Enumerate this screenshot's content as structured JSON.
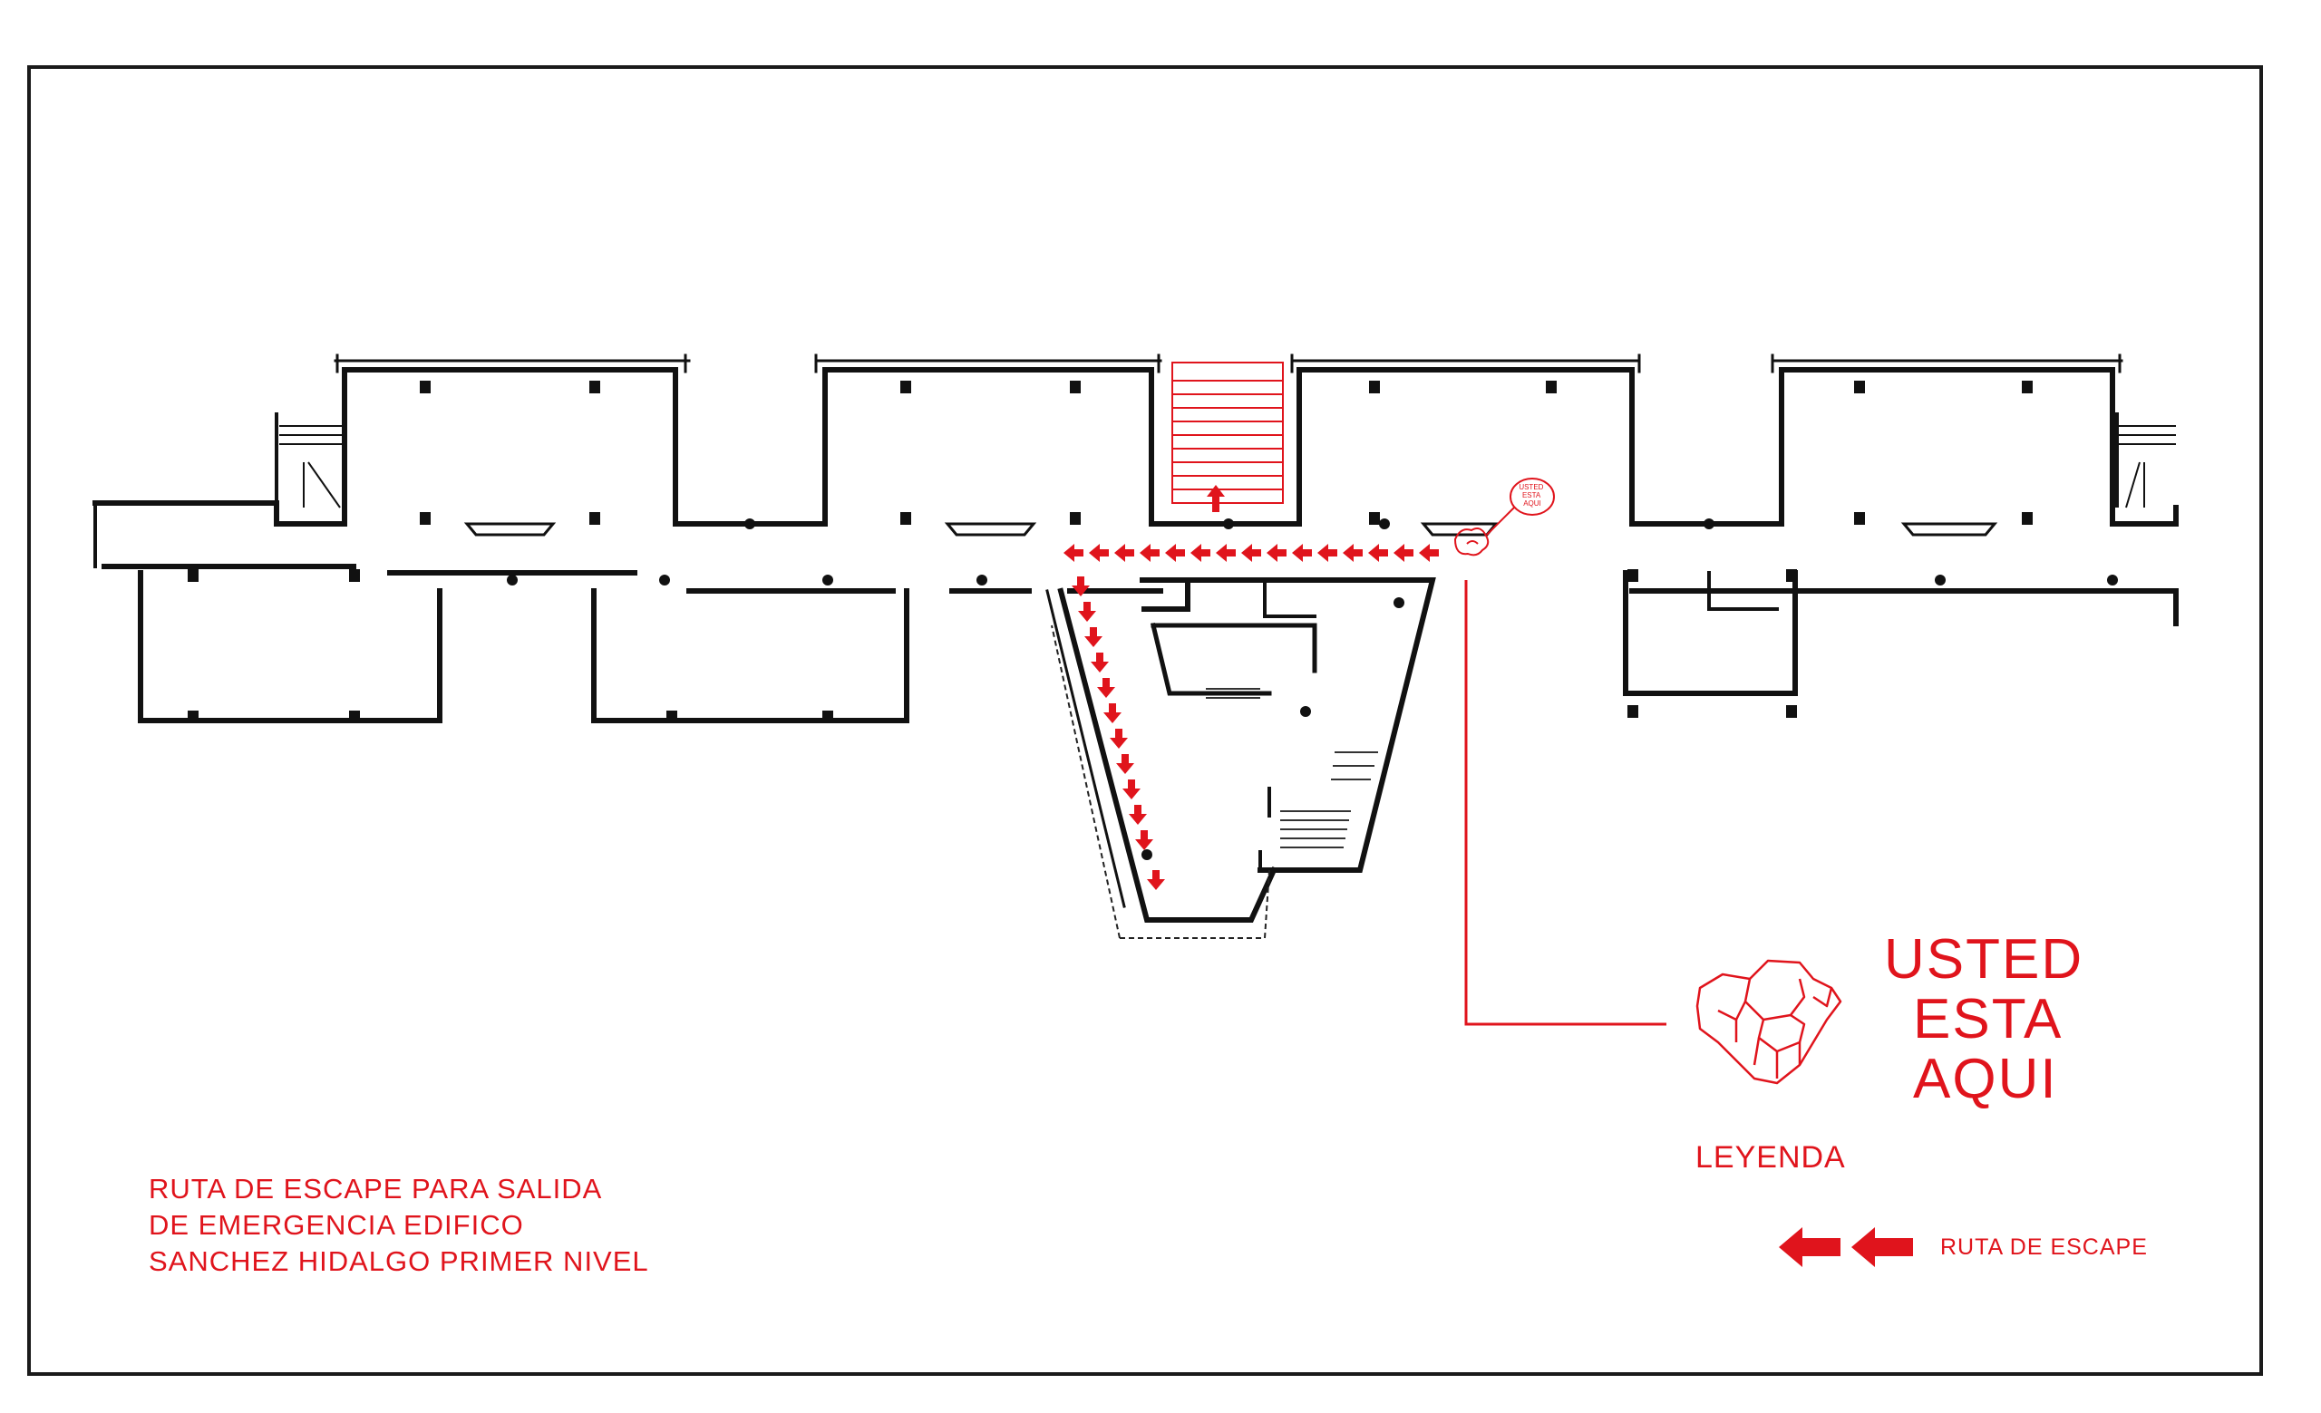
{
  "title_lines": [
    "RUTA DE ESCAPE PARA SALIDA",
    "DE EMERGENCIA EDIFICO",
    "SANCHEZ HIDALGO PRIMER NIVEL"
  ],
  "you_are_here": {
    "line1": "USTED",
    "line2": "ESTA",
    "line3": "AQUI",
    "small_marker": "USTED ESTA AQUI"
  },
  "legend": {
    "title": "LEYENDA",
    "escape_route_label": "RUTA DE ESCAPE"
  },
  "colors": {
    "route": "#e0141c",
    "walls": "#111111",
    "background": "#ffffff",
    "border": "#1a1a1a"
  },
  "icons": {
    "route_arrow": "left-arrow-icon",
    "location_marker": "usted-esta-aqui-icon"
  }
}
